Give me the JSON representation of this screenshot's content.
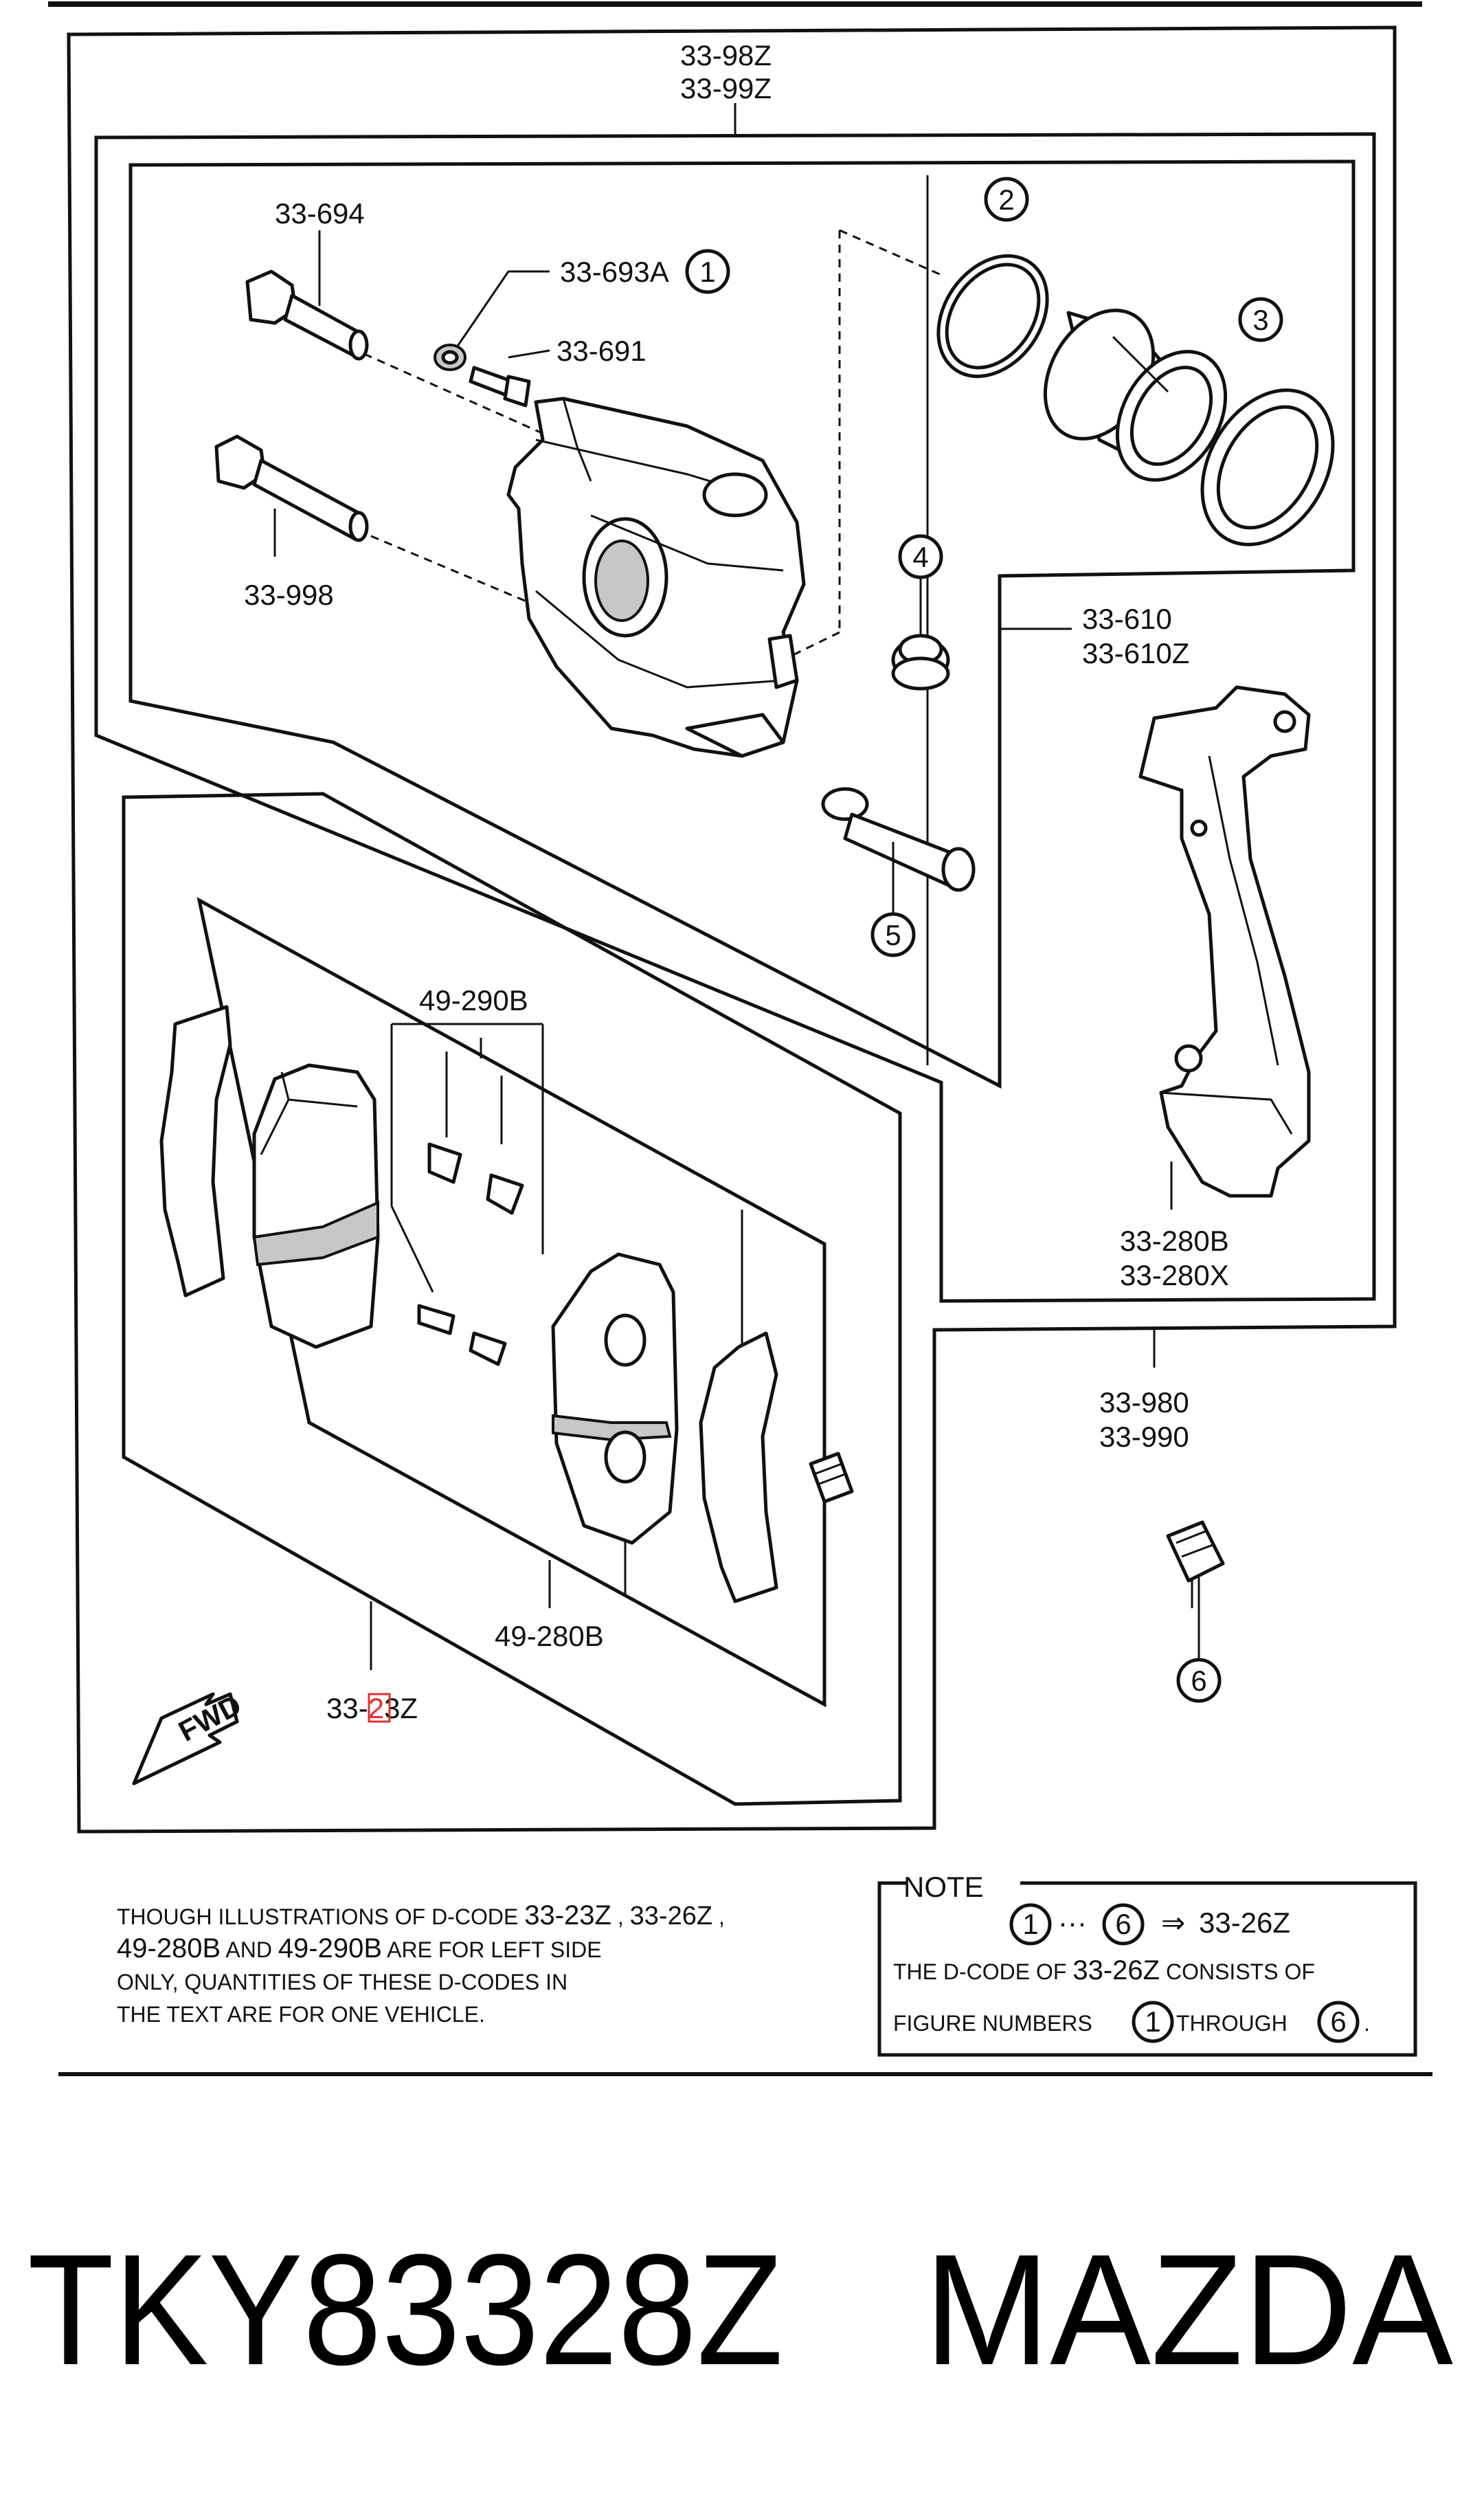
{
  "labels": {
    "assembly_top": [
      "33-98Z",
      "33-99Z"
    ],
    "bolt_upper": "33-694",
    "seal_code": "33-693A",
    "bleeder": "33-691",
    "bolt_lower": "33-998",
    "bracket": [
      "33-610",
      "33-610Z"
    ],
    "bracket_sub": [
      "33-280B",
      "33-280X"
    ],
    "grease_code": [
      "33-980",
      "33-990"
    ],
    "shim_kit": "49-290B",
    "pad_set": "49-280B",
    "pad_kit_prefix": "33-",
    "pad_kit_highlight": "2",
    "pad_kit_suffix": "3Z",
    "fwd": "FWD"
  },
  "callouts": [
    "1",
    "2",
    "3",
    "4",
    "5",
    "6"
  ],
  "footnote": {
    "line1_a": "THOUGH ILLUSTRATIONS OF D-CODE",
    "line1_b": "33-23Z",
    "line1_c": ",",
    "line1_d": "33-26Z",
    "line1_e": ",",
    "line2_a": "49-280B",
    "line2_b": "AND",
    "line2_c": "49-290B",
    "line2_d": "ARE FOR LEFT SIDE",
    "line3": "ONLY, QUANTITIES OF THESE D-CODES IN",
    "line4": "THE TEXT ARE FOR ONE VEHICLE."
  },
  "note_box": {
    "title": "NOTE",
    "range_sep": "···",
    "arrow": "⇒",
    "range_code": "33-26Z",
    "line2_a": "THE D-CODE OF",
    "line2_b": "33-26Z",
    "line2_c": "CONSISTS OF",
    "line3_a": "FIGURE NUMBERS",
    "line3_b": "THROUGH",
    "line3_c": "."
  },
  "part_number": "TKY83328Z",
  "brand": "MAZDA",
  "colors": {
    "ink": "#111111",
    "highlight": "#e03030"
  }
}
